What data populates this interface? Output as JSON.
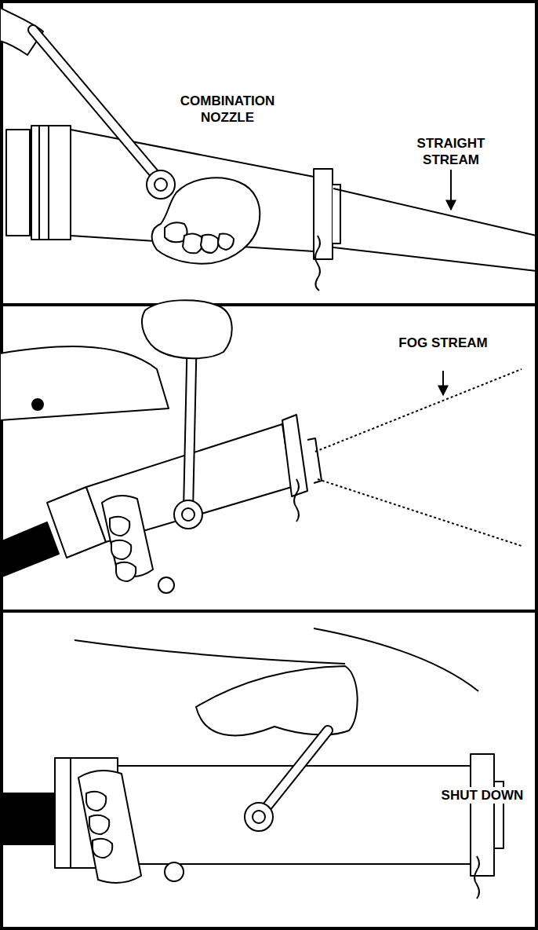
{
  "diagram": {
    "labels": [
      "COMBINATION NOZZLE",
      "STRAIGHT STREAM",
      "FOG STREAM",
      "SHUT DOWN"
    ]
  }
}
